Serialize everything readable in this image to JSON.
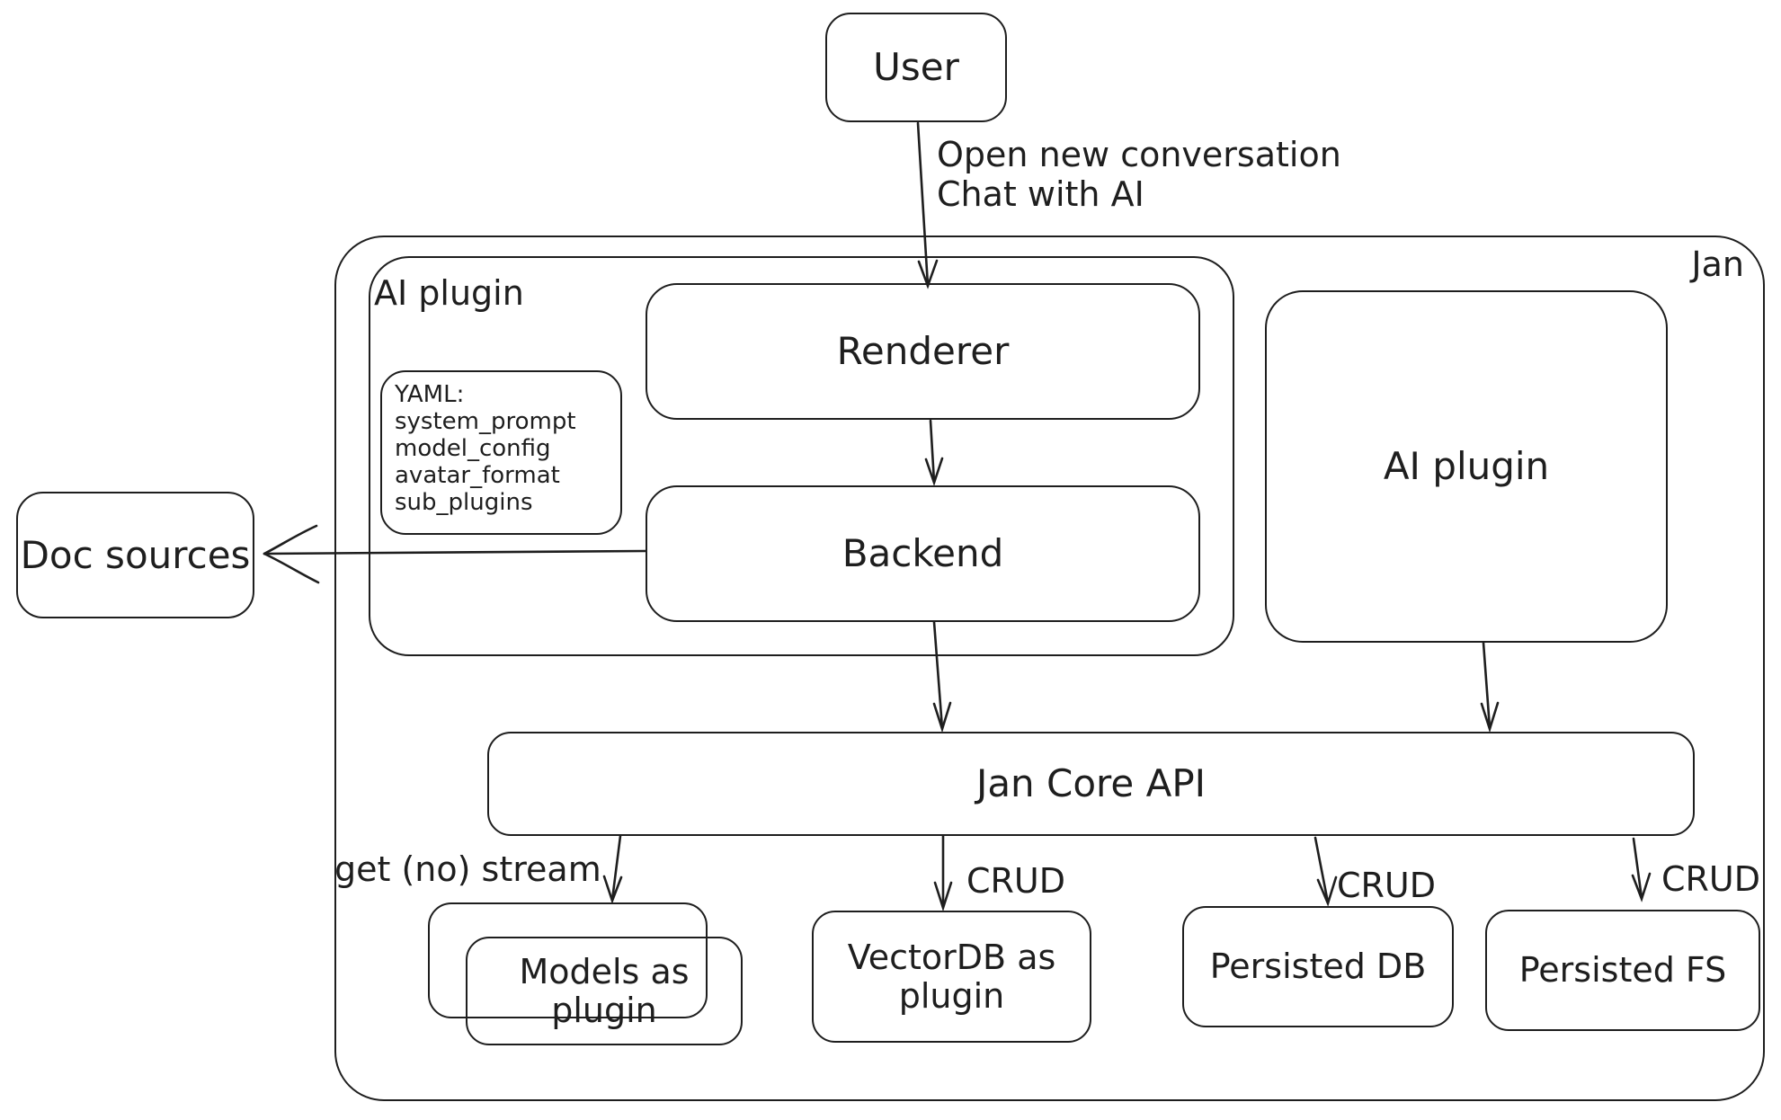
{
  "diagram": {
    "background": "#ffffff",
    "stroke_color": "#1e1e1e",
    "nodes": {
      "user": "User",
      "jan": "Jan",
      "ai_plugin_group": "AI plugin",
      "renderer": "Renderer",
      "backend": "Backend",
      "yaml_note": {
        "title": "YAML:",
        "lines": [
          "system_prompt",
          "model_config",
          "avatar_format",
          "sub_plugins"
        ]
      },
      "ai_plugin": "AI plugin",
      "doc_sources": "Doc sources",
      "jan_core_api": "Jan Core API",
      "models_as_plugin": "Models as plugin",
      "vectordb_as_plugin": "VectorDB as plugin",
      "persisted_db": "Persisted DB",
      "persisted_fs": "Persisted FS"
    },
    "edge_labels": {
      "user_action": "Open new conversation\nChat with AI",
      "get_no_stream": "get (no) stream",
      "crud_vectordb": "CRUD",
      "crud_persisted_db": "CRUD",
      "crud_persisted_fs": "CRUD"
    }
  }
}
